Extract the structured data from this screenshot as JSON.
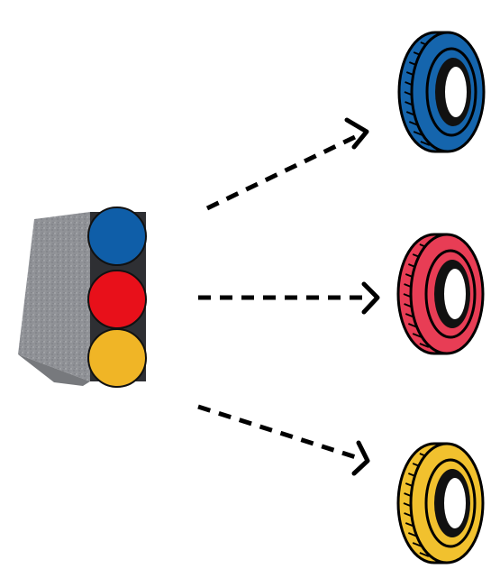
{
  "diagram": {
    "source": {
      "icon": "traffic-light-icon",
      "body_color": "#8d8f93",
      "lights": [
        {
          "name": "blue",
          "color": "#0f5ea8"
        },
        {
          "name": "red",
          "color": "#e8101a"
        },
        {
          "name": "yellow",
          "color": "#f0b526"
        }
      ]
    },
    "arrows": [
      {
        "style": "dashed",
        "icon": "dashed-arrow-icon"
      },
      {
        "style": "dashed",
        "icon": "dashed-arrow-icon"
      },
      {
        "style": "dashed",
        "icon": "dashed-arrow-icon"
      }
    ],
    "targets": [
      {
        "icon": "tire-icon",
        "color": "#1565ad"
      },
      {
        "icon": "tire-icon",
        "color": "#e83d55"
      },
      {
        "icon": "tire-icon",
        "color": "#f1c12e"
      }
    ]
  }
}
